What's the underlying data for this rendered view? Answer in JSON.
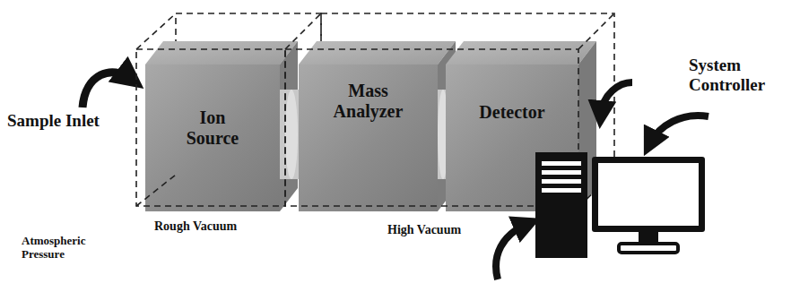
{
  "diagram": {
    "nodes": [
      {
        "text": [
          "Ion Source"
        ]
      },
      {
        "text": [
          "Mass Analyzer"
        ]
      },
      {
        "text": [
          "Detector"
        ]
      }
    ],
    "labels": [
      "Sample Inlet",
      "Atmospheric Pressure",
      "Rough Vacuum",
      "High Vacuum",
      "System Controller"
    ]
  }
}
